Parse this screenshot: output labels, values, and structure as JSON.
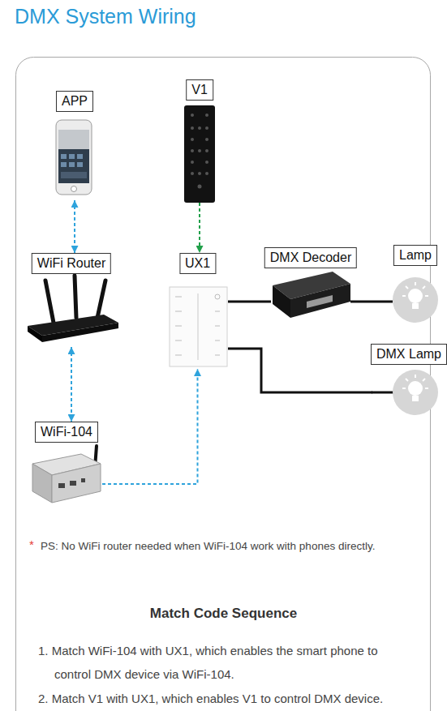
{
  "diagram": {
    "title": "DMX System Wiring",
    "nodes": [
      {
        "text": [
          "APP"
        ]
      },
      {
        "text": [
          "V1"
        ]
      },
      {
        "text": [
          "WiFi Router"
        ]
      },
      {
        "text": [
          "UX1"
        ]
      },
      {
        "text": [
          "DMX Decoder"
        ]
      },
      {
        "text": [
          "Lamp"
        ]
      },
      {
        "text": [
          "DMX Lamp"
        ]
      },
      {
        "text": [
          "WiFi-104"
        ]
      }
    ],
    "edges": [
      {
        "from": 0,
        "to": 2,
        "arrow": "both"
      },
      {
        "from": 1,
        "to": 3,
        "arrow": "to"
      },
      {
        "from": 2,
        "to": 7,
        "arrow": "both"
      },
      {
        "from": 7,
        "to": 3,
        "arrow": "to"
      },
      {
        "from": 3,
        "to": 4,
        "arrow": "none"
      },
      {
        "from": 4,
        "to": 5,
        "arrow": "none"
      },
      {
        "from": 3,
        "to": 6,
        "arrow": "none"
      }
    ],
    "labels": [
      "*",
      "PS: No WiFi router needed when WiFi-104 work with phones directly.",
      "Match Code Sequence",
      "1. Match WiFi-104 with UX1, which enables the smart phone to control DMX device via WiFi-104.",
      "2. Match V1 with UX1, which enables V1 to control DMX device."
    ]
  }
}
